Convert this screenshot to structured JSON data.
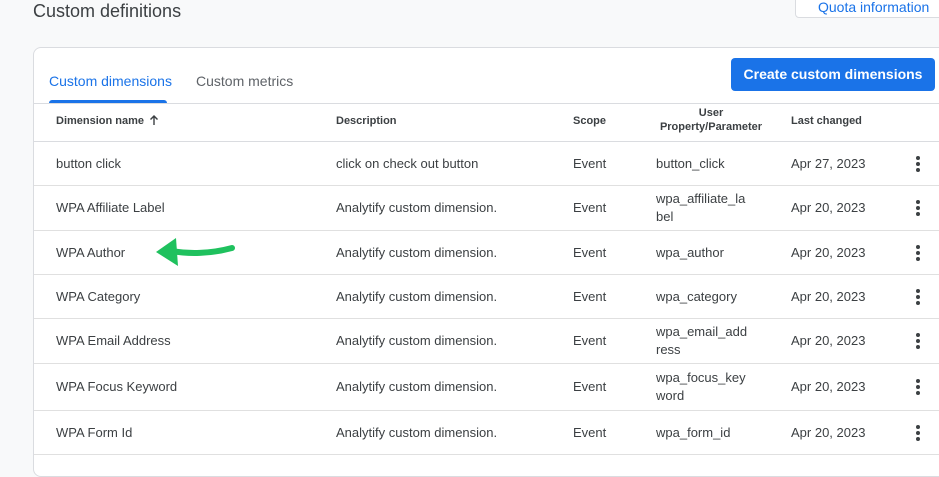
{
  "page": {
    "title": "Custom definitions",
    "quota_button": "Quota information"
  },
  "tabs": [
    {
      "label": "Custom dimensions",
      "active": true
    },
    {
      "label": "Custom metrics",
      "active": false
    }
  ],
  "create_button": "Create custom dimensions",
  "table": {
    "headers": {
      "dimension_name": "Dimension name",
      "description": "Description",
      "scope": "Scope",
      "param_line1": "User",
      "param_line2": "Property/Parameter",
      "last_changed": "Last changed"
    },
    "sort_icon": "arrow-up-icon",
    "rows": [
      {
        "name": "button click",
        "description": "click on check out button",
        "scope": "Event",
        "param": "button_click",
        "last_changed": "Apr 27, 2023"
      },
      {
        "name": "WPA Affiliate Label",
        "description": "Analytify custom dimension.",
        "scope": "Event",
        "param": "wpa_affiliate_label",
        "last_changed": "Apr 20, 2023"
      },
      {
        "name": "WPA Author",
        "description": "Analytify custom dimension.",
        "scope": "Event",
        "param": "wpa_author",
        "last_changed": "Apr 20, 2023"
      },
      {
        "name": "WPA Category",
        "description": "Analytify custom dimension.",
        "scope": "Event",
        "param": "wpa_category",
        "last_changed": "Apr 20, 2023"
      },
      {
        "name": "WPA Email Address",
        "description": "Analytify custom dimension.",
        "scope": "Event",
        "param": "wpa_email_address",
        "last_changed": "Apr 20, 2023"
      },
      {
        "name": "WPA Focus Keyword",
        "description": "Analytify custom dimension.",
        "scope": "Event",
        "param": "wpa_focus_keyword",
        "last_changed": "Apr 20, 2023"
      },
      {
        "name": "WPA Form Id",
        "description": "Analytify custom dimension.",
        "scope": "Event",
        "param": "wpa_form_id",
        "last_changed": "Apr 20, 2023"
      }
    ]
  },
  "colors": {
    "accent": "#1a73e8",
    "annotation_arrow": "#1fc15e"
  },
  "icons": {
    "row_menu": "more-vert-icon",
    "annotation": "green-arrow-icon"
  }
}
